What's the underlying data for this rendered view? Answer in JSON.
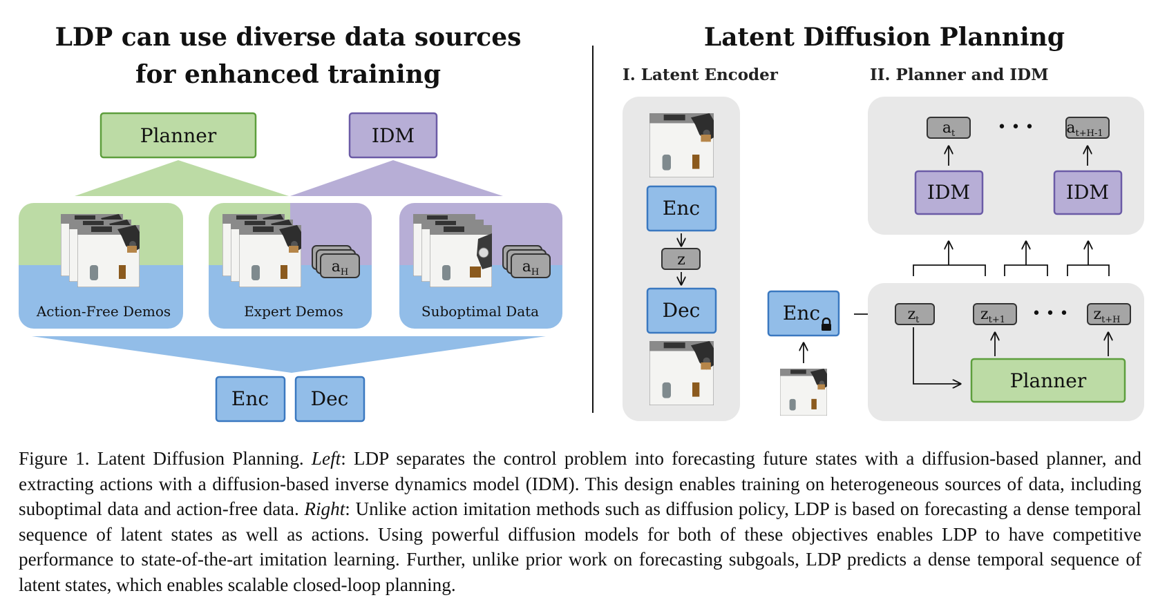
{
  "left": {
    "title_line1": "LDP can use diverse data sources",
    "title_line2": "for enhanced training",
    "planner": "Planner",
    "idm": "IDM",
    "panels": [
      {
        "label": "Action-Free Demos"
      },
      {
        "label": "Expert Demos",
        "action_main": "a",
        "action_sub": "H"
      },
      {
        "label": "Suboptimal Data",
        "action_main": "a",
        "action_sub": "H"
      }
    ],
    "enc": "Enc",
    "dec": "Dec"
  },
  "right": {
    "title": "Latent Diffusion Planning",
    "section1": "I. Latent Encoder",
    "section2": "II. Planner and IDM",
    "enc": "Enc",
    "z": "z",
    "dec": "Dec",
    "frozen_enc": "Enc",
    "a_t_main": "a",
    "a_t_sub": "t",
    "a_tH_main": "a",
    "a_tH_sub": "t+H-1",
    "idm": "IDM",
    "z_t_main": "z",
    "z_t_sub": "t",
    "z_t1_main": "z",
    "z_t1_sub": "t+1",
    "z_tH_main": "z",
    "z_tH_sub": "t+H",
    "ellipsis": "• • •",
    "planner": "Planner"
  },
  "caption": {
    "prefix": "Figure 1. Latent Diffusion Planning. ",
    "left_label": "Left",
    "left_text": ": LDP separates the control problem into forecasting future states with a diffusion-based planner, and extracting actions with a diffusion-based inverse dynamics model (IDM). This design enables training on heterogeneous sources of data, including suboptimal data and action-free data. ",
    "right_label": "Right",
    "right_text": ": Unlike action imitation methods such as diffusion policy, LDP is based on forecasting a dense temporal sequence of latent states as well as actions. Using powerful diffusion models for both of these objectives enables LDP to have competitive performance to state-of-the-art imitation learning. Further, unlike prior work on forecasting subgoals, LDP predicts a dense temporal sequence of latent states, which enables scalable closed-loop planning."
  },
  "colors": {
    "green": "#bcdba5",
    "green_border": "#5d9e3d",
    "purple": "#b7aed6",
    "purple_border": "#6b5ba6",
    "blue": "#92bde8",
    "blue_border": "#3a78c0",
    "gray_panel": "#e8e8e8",
    "gray_chip": "#a5a5a5"
  }
}
